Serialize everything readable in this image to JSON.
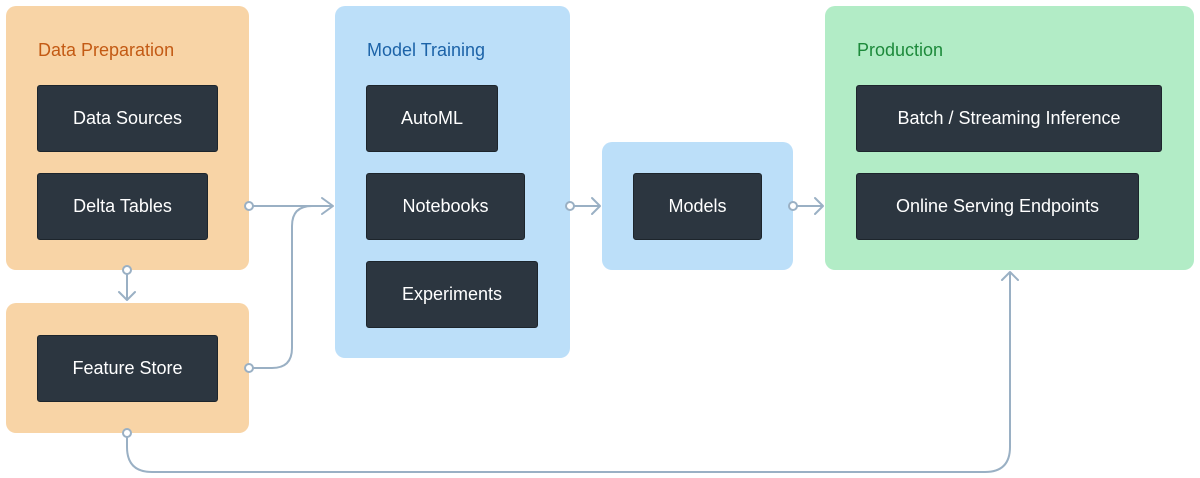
{
  "groups": {
    "data_preparation": {
      "title": "Data Preparation",
      "nodes": [
        "Data Sources",
        "Delta Tables"
      ]
    },
    "feature_store_group": {
      "nodes": [
        "Feature Store"
      ]
    },
    "model_training": {
      "title": "Model Training",
      "nodes": [
        "AutoML",
        "Notebooks",
        "Experiments"
      ]
    },
    "models_group": {
      "nodes": [
        "Models"
      ]
    },
    "production": {
      "title": "Production",
      "nodes": [
        "Batch / Streaming Inference",
        "Online Serving Endpoints"
      ]
    }
  },
  "colors": {
    "orange_bg": "#f8d4a6",
    "blue_bg": "#bcdff9",
    "green_bg": "#b2ecc6",
    "node_bg": "#2c3640",
    "connector": "#9ab0c4",
    "orange_title": "#c35a14",
    "blue_title": "#1c63a8",
    "green_title": "#1d8a3b"
  }
}
